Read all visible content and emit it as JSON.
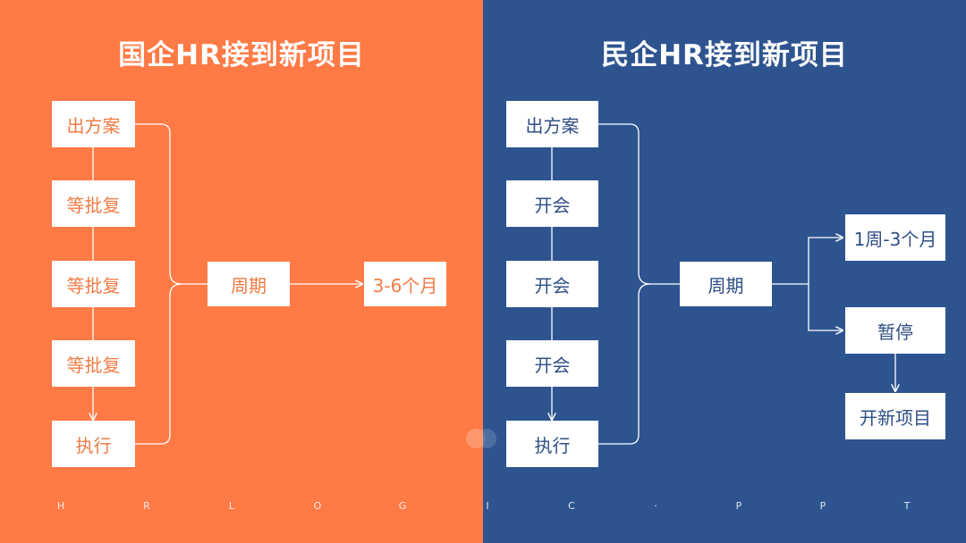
{
  "left": {
    "title": "国企HR接到新项目",
    "steps": [
      "出方案",
      "等批复",
      "等批复",
      "等批复",
      "执行"
    ],
    "cycle": "周期",
    "result": "3-6个月"
  },
  "right": {
    "title": "民企HR接到新项目",
    "steps": [
      "出方案",
      "开会",
      "开会",
      "开会",
      "执行"
    ],
    "cycle": "周期",
    "result_a": "1周-3个月",
    "result_b": "暂停",
    "result_c": "开新项目"
  },
  "footer": {
    "letters": [
      "H",
      "R",
      "L",
      "O",
      "G",
      "I",
      "C",
      "·",
      "P",
      "P",
      "T"
    ]
  },
  "colors": {
    "left_bg": "#FF7A45",
    "right_bg": "#2E5490",
    "box_bg": "#FFFFFF"
  }
}
